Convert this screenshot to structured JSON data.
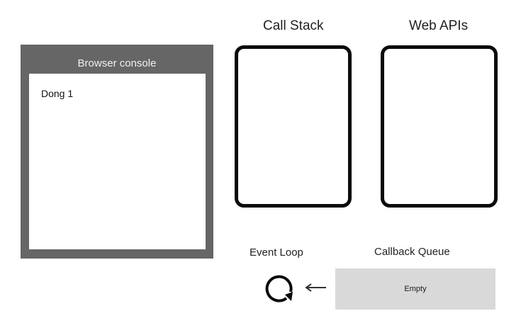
{
  "console": {
    "title": "Browser console",
    "lines": [
      "Dong 1"
    ]
  },
  "call_stack": {
    "title": "Call Stack"
  },
  "web_apis": {
    "title": "Web APIs"
  },
  "event_loop": {
    "label": "Event Loop",
    "icon": "refresh-loop-icon"
  },
  "callback_queue": {
    "label": "Callback Queue",
    "content": "Empty"
  },
  "colors": {
    "console_frame": "#666666",
    "box_border": "#0a0a0a",
    "queue_fill": "#d9d9d9"
  }
}
